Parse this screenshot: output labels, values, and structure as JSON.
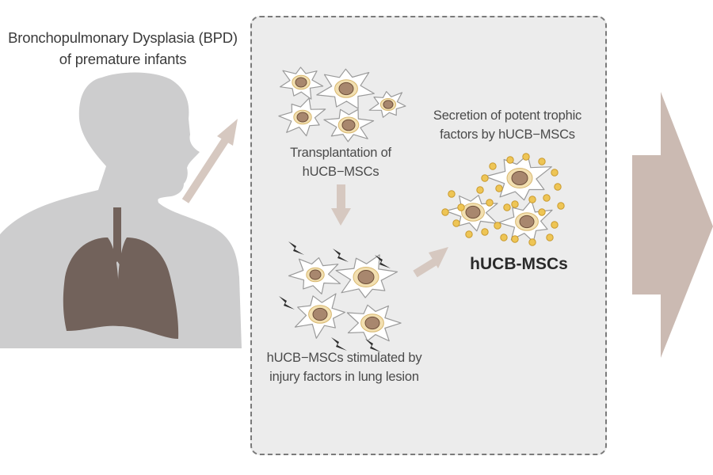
{
  "labels": {
    "bpd_title": [
      "Bronchopulmonary Dysplasia (BPD)",
      "of premature infants"
    ],
    "transplantation": [
      "Transplantation of",
      "hUCB−MSCs"
    ],
    "secretion": [
      "Secretion of potent trophic",
      "factors by hUCB−MSCs"
    ],
    "stimulated": [
      "hUCB−MSCs stimulated by",
      "injury factors in lung lesion"
    ],
    "hucb_bold": "hUCB-MSCs"
  },
  "colors": {
    "silhouette": "#cdcdce",
    "lung": "#72625b",
    "arrow": "#d6c8c0",
    "big_arrow": "#cbbab2",
    "panel_bg": "#ececec",
    "cell_nucleus": "#a8876e",
    "trophic_factor": "#eec555"
  }
}
